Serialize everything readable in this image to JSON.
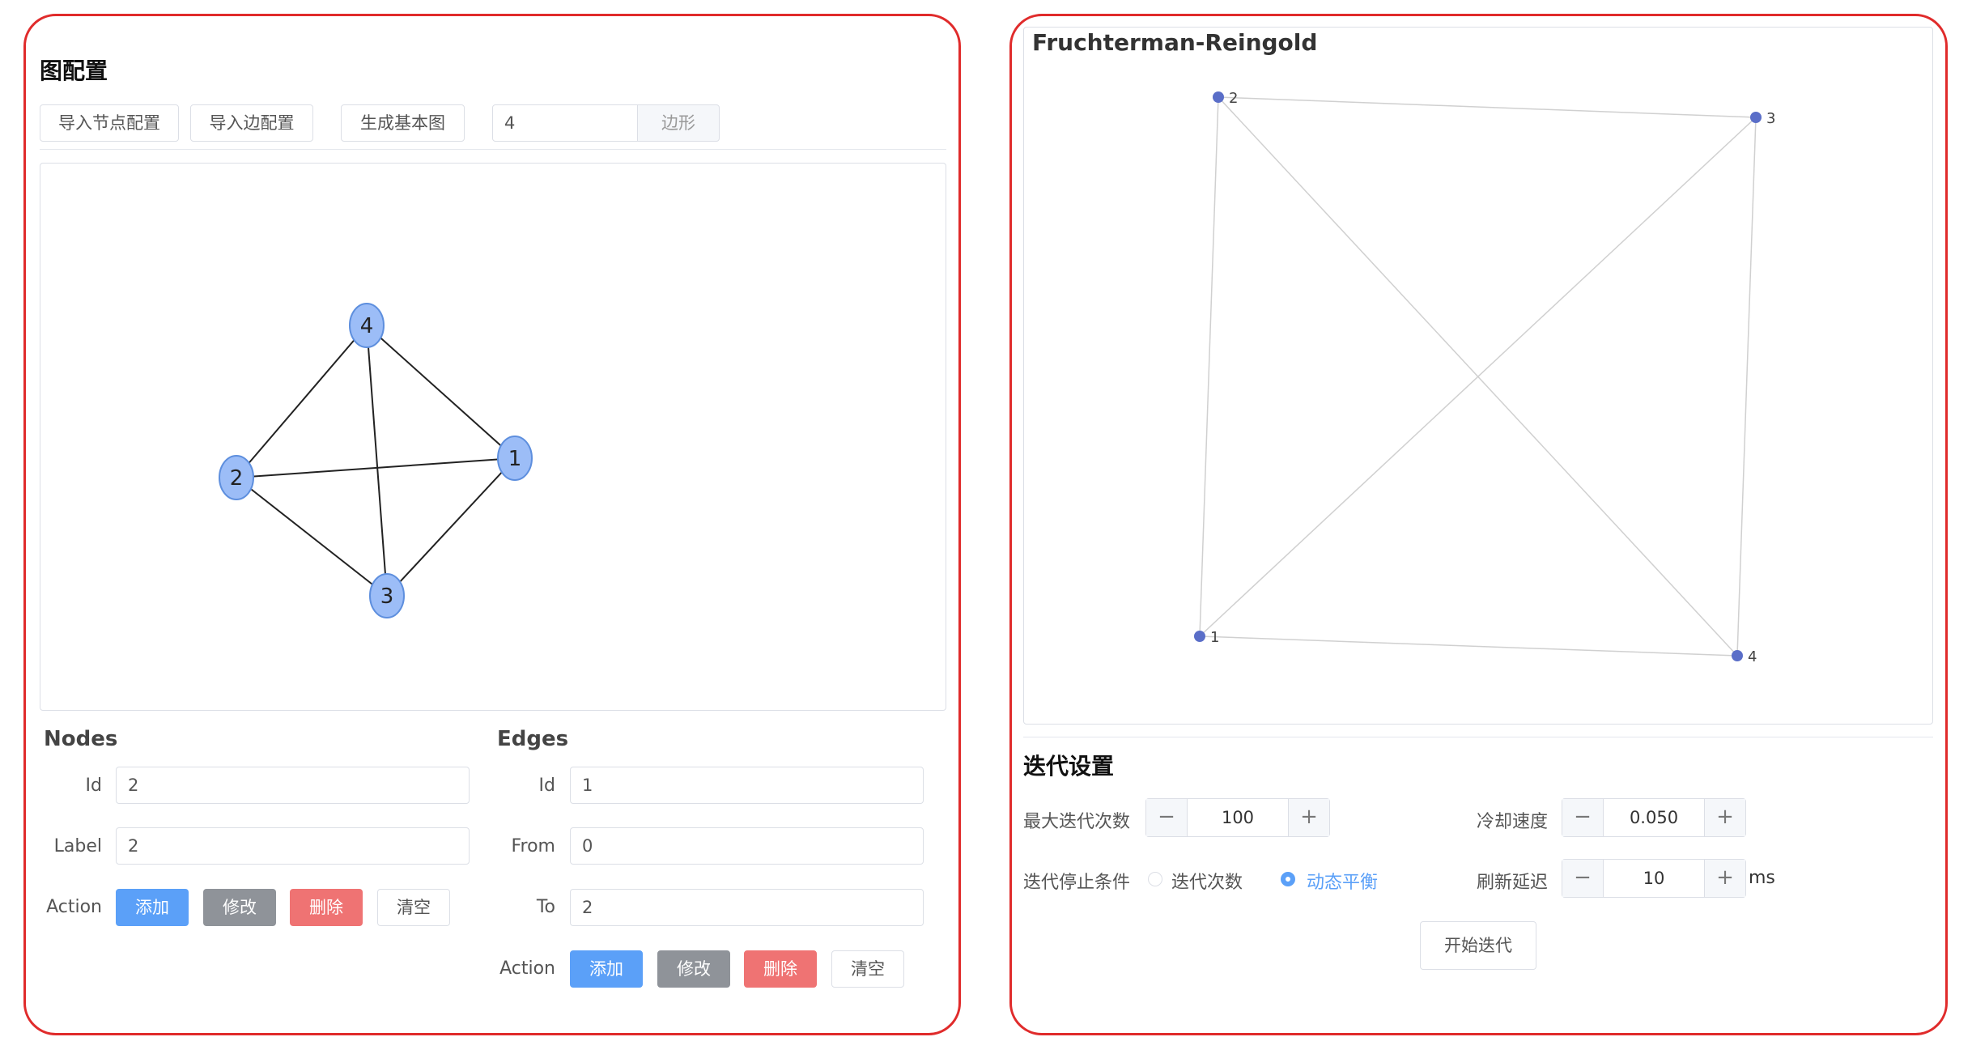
{
  "graph_config": {
    "title": "图配置",
    "toolbar": {
      "import_nodes": "导入节点配置",
      "import_edges": "导入边配置",
      "generate_basic": "生成基本图",
      "polygon_count": "4",
      "polygon_suffix": "边形"
    },
    "canvas_nodes": [
      "1",
      "2",
      "3",
      "4"
    ],
    "nodes_form": {
      "title": "Nodes",
      "id_label": "Id",
      "id_value": "2",
      "label_label": "Label",
      "label_value": "2",
      "action_label": "Action",
      "add": "添加",
      "edit": "修改",
      "delete": "删除",
      "clear": "清空"
    },
    "edges_form": {
      "title": "Edges",
      "id_label": "Id",
      "id_value": "1",
      "from_label": "From",
      "from_value": "0",
      "to_label": "To",
      "to_value": "2",
      "action_label": "Action",
      "add": "添加",
      "edit": "修改",
      "delete": "删除",
      "clear": "清空"
    }
  },
  "layout_view": {
    "title": "Fruchterman-Reingold",
    "node_labels": [
      "1",
      "2",
      "3",
      "4"
    ]
  },
  "iteration_settings": {
    "title": "迭代设置",
    "max_iter_label": "最大迭代次数",
    "max_iter_value": "100",
    "cooling_label": "冷却速度",
    "cooling_value": "0.050",
    "stop_label": "迭代停止条件",
    "stop_option_iter": "迭代次数",
    "stop_option_balance": "动态平衡",
    "refresh_label": "刷新延迟",
    "refresh_value": "10",
    "refresh_unit": "ms",
    "start_button": "开始迭代"
  },
  "colors": {
    "panel_border": "#e02b2b",
    "primary": "#5ba0f8",
    "node_fill": "#9cbdf7",
    "fr_node": "#5a6ec8"
  }
}
